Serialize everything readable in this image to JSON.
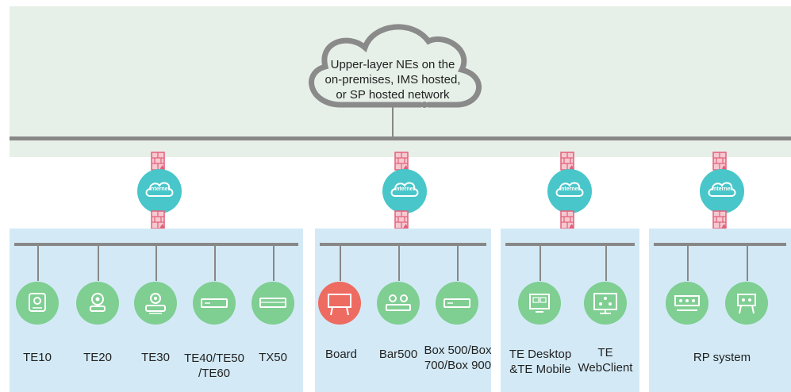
{
  "cloud": {
    "text": "Upper-layer NEs on the\non-premises, IMS hosted,\nor SP hosted network"
  },
  "internet_label": "Internet",
  "groups": [
    {
      "devices": [
        {
          "label": "TE10",
          "icon": "te10-icon"
        },
        {
          "label": "TE20",
          "icon": "camera-icon"
        },
        {
          "label": "TE30",
          "icon": "camera-base-icon"
        },
        {
          "label": "TE40/TE50\n/TE60",
          "icon": "box-icon"
        },
        {
          "label": "TX50",
          "icon": "box-icon"
        }
      ]
    },
    {
      "devices": [
        {
          "label": "Board",
          "icon": "board-icon"
        },
        {
          "label": "Bar500",
          "icon": "bar-icon"
        },
        {
          "label": "Box 500/Box\n700/Box 900",
          "icon": "box-icon"
        }
      ]
    },
    {
      "devices": [
        {
          "label": "TE Desktop\n&TE Mobile",
          "icon": "desktop-icon"
        },
        {
          "label": "TE\nWebClient",
          "icon": "monitor-icon"
        }
      ]
    },
    {
      "devices": [
        {
          "label": "RP system",
          "icon": "room-icon"
        }
      ]
    }
  ],
  "colors": {
    "device_green": "#7fce92",
    "device_red": "#ee6b62",
    "internet": "#48c6c9",
    "firewall": "#e2617a",
    "panel_blue": "#d3eaf6",
    "top_green": "#e6f0e8"
  }
}
